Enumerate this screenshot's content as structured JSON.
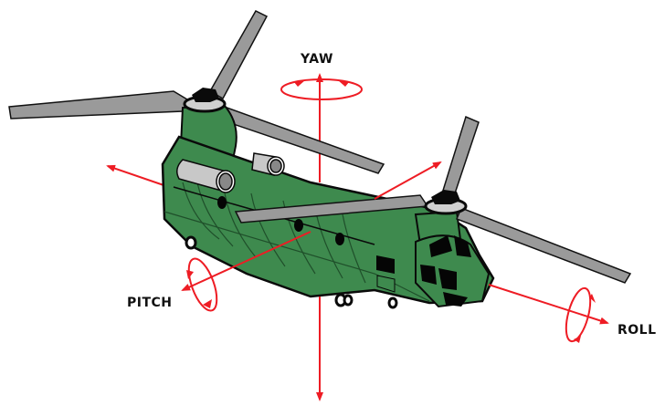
{
  "diagram": {
    "subject": "Tandem-rotor helicopter (Chinook) with rotational axes",
    "labels": {
      "yaw": "YAW",
      "pitch": "PITCH",
      "roll": "ROLL"
    },
    "colors": {
      "body_green": "#3e8a4e",
      "body_outline": "#0a0a0a",
      "rotor_gray": "#9a9a9a",
      "engine_gray": "#c8c8c8",
      "axis_red": "#ee1c24",
      "window_black": "#050505",
      "background": "#ffffff"
    },
    "axes": [
      {
        "name": "yaw",
        "direction": "vertical",
        "rotation_indicator": "horizontal ellipse"
      },
      {
        "name": "pitch",
        "direction": "lateral",
        "rotation_indicator": "tilted ellipse"
      },
      {
        "name": "roll",
        "direction": "longitudinal",
        "rotation_indicator": "tilted ellipse"
      }
    ]
  }
}
